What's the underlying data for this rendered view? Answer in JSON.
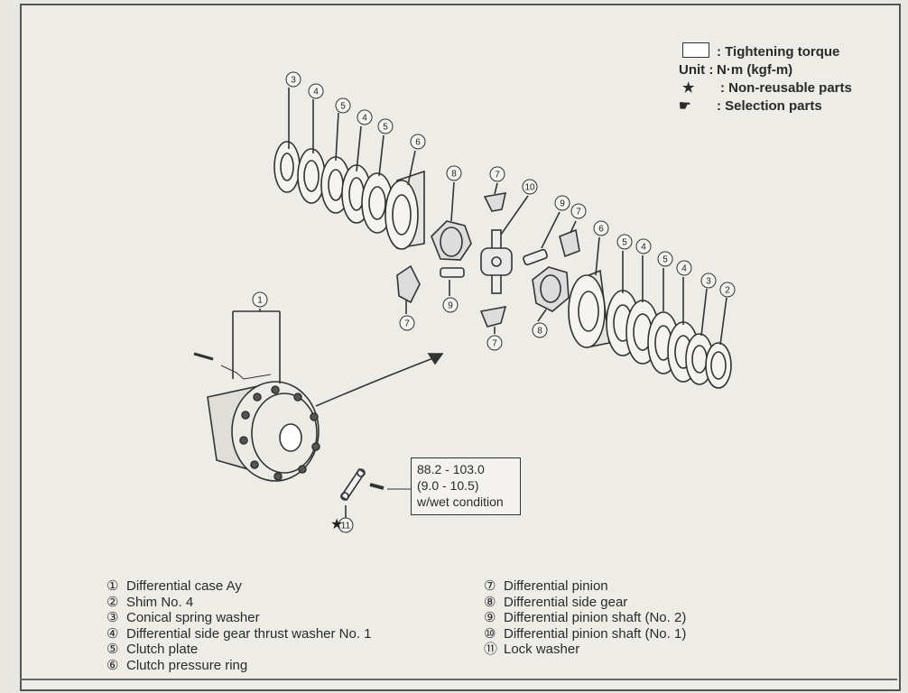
{
  "legend": {
    "tightening_torque": ": Tightening torque",
    "unit_label": "Unit :",
    "unit_value": "N·m (kgf-m)",
    "non_reusable_symbol": "★",
    "non_reusable": ":  Non-reusable parts",
    "selection": ":  Selection parts"
  },
  "torque_spec": {
    "line1": "88.2 - 103.0",
    "line2": "(9.0 - 10.5)",
    "line3": "w/wet condition"
  },
  "callouts": [
    "3",
    "4",
    "5",
    "4",
    "5",
    "6",
    "8",
    "7",
    "10",
    "9",
    "7",
    "6",
    "5",
    "4",
    "5",
    "4",
    "3",
    "2",
    "7",
    "9",
    "8",
    "7",
    "1",
    "11"
  ],
  "lock_washer_star": "★",
  "parts_left": [
    {
      "num": "①",
      "label": "Differential case Ay"
    },
    {
      "num": "②",
      "label": "Shim No. 4"
    },
    {
      "num": "③",
      "label": "Conical spring washer"
    },
    {
      "num": "④",
      "label": "Differential side gear thrust washer No. 1"
    },
    {
      "num": "⑤",
      "label": "Clutch plate"
    },
    {
      "num": "⑥",
      "label": "Clutch pressure ring"
    }
  ],
  "parts_right": [
    {
      "num": "⑦",
      "label": "Differential pinion"
    },
    {
      "num": "⑧",
      "label": "Differential side gear"
    },
    {
      "num": "⑨",
      "label": "Differential pinion shaft (No. 2)"
    },
    {
      "num": "⑩",
      "label": "Differential pinion shaft (No. 1)"
    },
    {
      "num": "⑪",
      "label": "Lock washer"
    }
  ]
}
